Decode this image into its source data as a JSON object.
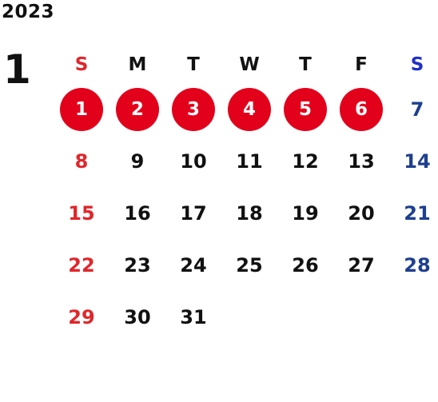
{
  "year": "2023",
  "month": "1",
  "weekdays": [
    "S",
    "M",
    "T",
    "W",
    "T",
    "F",
    "S"
  ],
  "weeks": [
    [
      "1",
      "2",
      "3",
      "4",
      "5",
      "6",
      "7"
    ],
    [
      "8",
      "9",
      "10",
      "11",
      "12",
      "13",
      "14"
    ],
    [
      "15",
      "16",
      "17",
      "18",
      "19",
      "20",
      "21"
    ],
    [
      "22",
      "23",
      "24",
      "25",
      "26",
      "27",
      "28"
    ],
    [
      "29",
      "30",
      "31",
      "",
      "",
      "",
      ""
    ]
  ],
  "holidays": [
    "1",
    "2",
    "3",
    "4",
    "5",
    "6"
  ],
  "colors": {
    "sunday": "#e0262a",
    "saturday": "#1d3f8f",
    "holiday_circle": "#e3001b"
  }
}
